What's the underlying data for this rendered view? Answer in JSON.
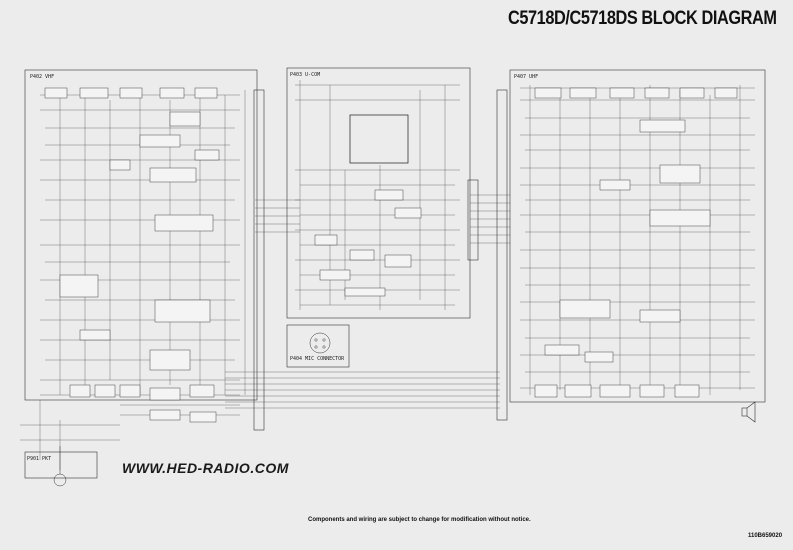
{
  "header": {
    "title": "C5718D/C5718DS BLOCK DIAGRAM"
  },
  "panels": [
    {
      "id": "vhf",
      "label": "P402 VHF"
    },
    {
      "id": "ucom",
      "label": "P403 U-COM"
    },
    {
      "id": "uhf",
      "label": "P407 UHF"
    },
    {
      "id": "mic",
      "label": "P404 MIC CONNECTOR"
    },
    {
      "id": "pkt",
      "label": "P901 PKT"
    }
  ],
  "watermark": "WWW.HED-RADIO.COM",
  "footer": {
    "note": "Components and wiring are subject to change for modification without notice.",
    "doc_number": "110B659020"
  },
  "colors": {
    "background": "#ececec",
    "ink": "#222222"
  }
}
